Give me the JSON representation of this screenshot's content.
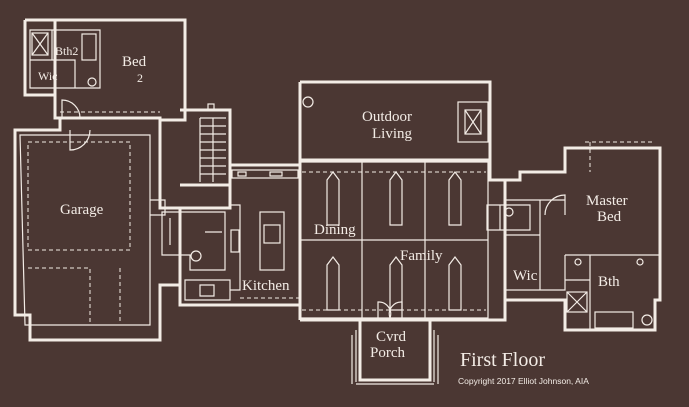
{
  "rooms": {
    "bath2": "Bth2",
    "wic_upper": "Wic",
    "bed2_line1": "Bed",
    "bed2_line2": "2",
    "outdoor_line1": "Outdoor",
    "outdoor_line2": "Living",
    "garage": "Garage",
    "dining": "Dining",
    "family": "Family",
    "kitchen": "Kitchen",
    "wic_master": "Wic",
    "master_line1": "Master",
    "master_line2": "Bed",
    "master_bath": "Bth",
    "porch_line1": "Cvrd",
    "porch_line2": "Porch"
  },
  "titleblock": {
    "title": "First Floor",
    "copyright": "Copyright 2017 Elliot Johnson, AIA"
  },
  "colors": {
    "background": "#4b3733",
    "linework": "#f3ece6"
  }
}
